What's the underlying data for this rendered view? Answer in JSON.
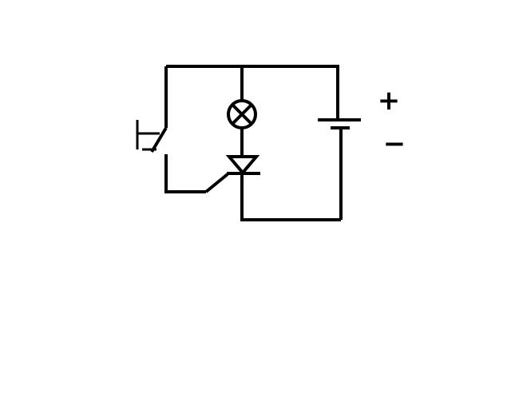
{
  "diagram": {
    "type": "circuit-schematic",
    "components": [
      {
        "kind": "push-button-switch",
        "icon": "push-button-switch-icon"
      },
      {
        "kind": "lamp",
        "icon": "lamp-icon"
      },
      {
        "kind": "thyristor",
        "icon": "thyristor-icon"
      },
      {
        "kind": "battery",
        "icon": "battery-icon"
      }
    ],
    "battery_terminals": {
      "positive": "+",
      "negative": "−"
    },
    "colors": {
      "ink": "#000000",
      "background": "#ffffff"
    }
  }
}
